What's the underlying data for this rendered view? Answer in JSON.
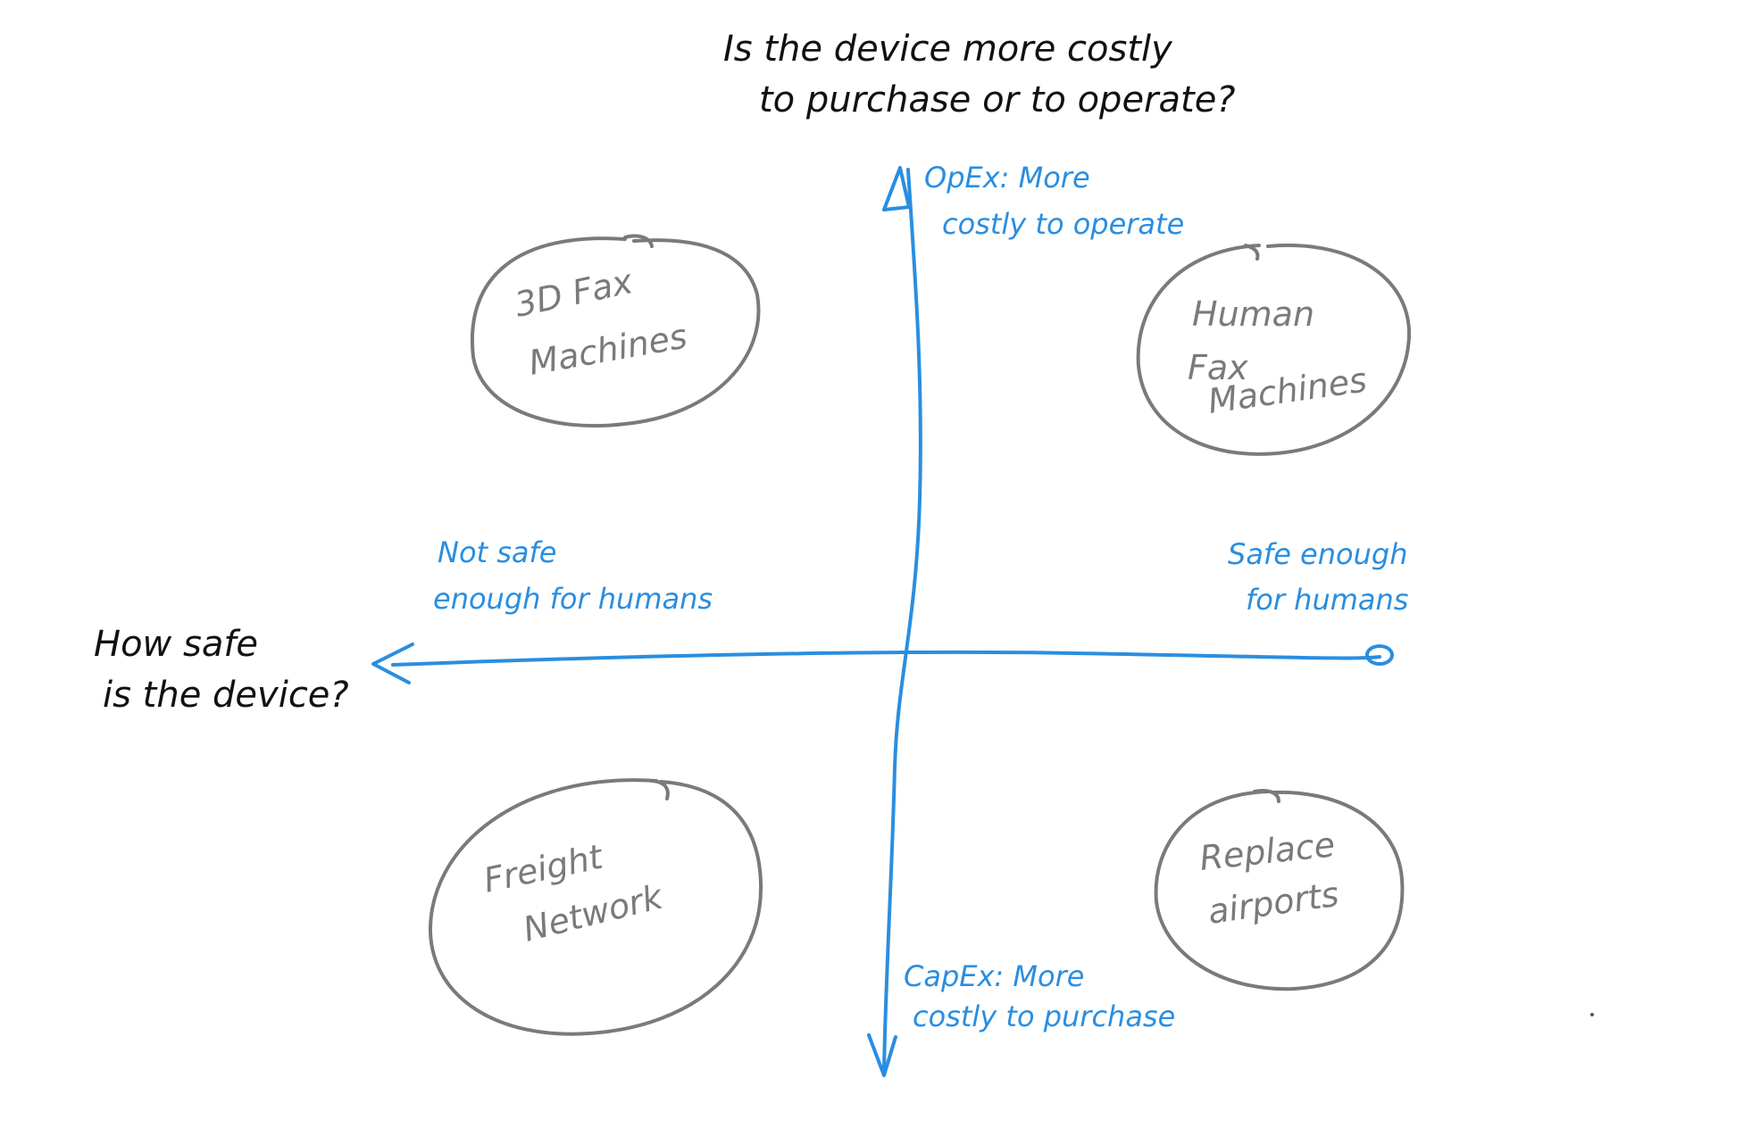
{
  "question_vertical": {
    "line1": "Is the device more costly",
    "line2": "to purchase or to operate?"
  },
  "question_horizontal": {
    "line1": "How safe",
    "line2": "is the device?"
  },
  "axis_top_label": {
    "line1": "OpEx: More",
    "line2": "costly to operate"
  },
  "axis_bottom_label": {
    "line1": "CapEx: More",
    "line2": "costly to purchase"
  },
  "axis_left_label": {
    "line1": "Not safe",
    "line2": "enough for humans"
  },
  "axis_right_label": {
    "line1": "Safe enough",
    "line2": "for humans"
  },
  "quadrants": {
    "top_left": {
      "line1": "3D Fax",
      "line2": "Machines"
    },
    "top_right": {
      "line1": "Human",
      "line2": "Fax",
      "line3": "Machines"
    },
    "bottom_left": {
      "line1": "Freight",
      "line2": "Network"
    },
    "bottom_right": {
      "line1": "Replace",
      "line2": "airports"
    }
  },
  "colors": {
    "axis": "#2a8ee0",
    "question_text": "#111111",
    "bubble": "#7a7a7a"
  }
}
